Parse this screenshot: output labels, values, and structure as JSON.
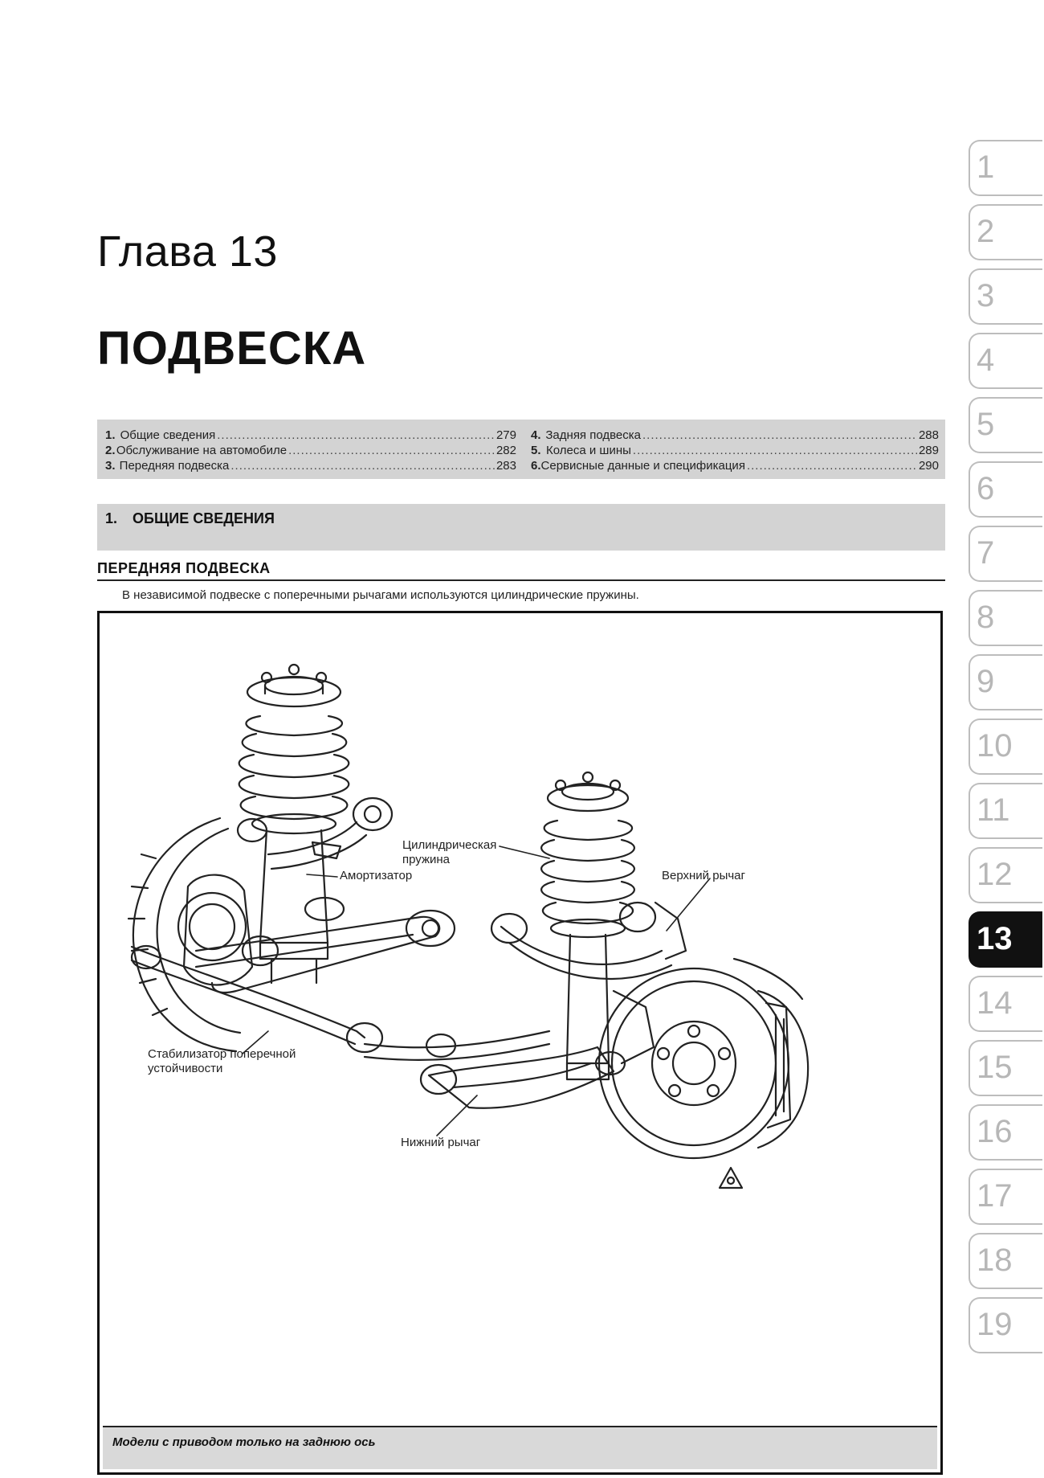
{
  "chapter": {
    "label": "Глава 13",
    "title": "ПОДВЕСКА"
  },
  "toc": {
    "left": [
      {
        "num": "1.",
        "text": "Общие сведения",
        "page": "279"
      },
      {
        "num": "2.",
        "text": "Обслуживание на автомобиле",
        "page": "282"
      },
      {
        "num": "3.",
        "text": "Передняя подвеска",
        "page": "283"
      }
    ],
    "right": [
      {
        "num": "4.",
        "text": "Задняя подвеска",
        "page": "288"
      },
      {
        "num": "5.",
        "text": "Колеса и шины",
        "page": "289"
      },
      {
        "num": "6.",
        "text": "Сервисные данные и спецификация",
        "page": "290"
      }
    ]
  },
  "section": {
    "num": "1.",
    "title": "ОБЩИЕ СВЕДЕНИЯ"
  },
  "subsection": {
    "title": "ПЕРЕДНЯЯ ПОДВЕСКА"
  },
  "body_text": "В независимой подвеске с поперечными рычагами используются цилиндрические пружины.",
  "figure": {
    "labels": {
      "spring": "Цилиндрическая пружина",
      "spring_line1": "Цилиндрическая",
      "spring_line2": "пружина",
      "shock": "Амортизатор",
      "upper_arm": "Верхний рычаг",
      "stabilizer_line1": "Стабилизатор поперечной",
      "stabilizer_line2": "устойчивости",
      "lower_arm": "Нижний рычаг"
    },
    "caption": "Модели с приводом только на заднюю ось"
  },
  "tabs": [
    "1",
    "2",
    "3",
    "4",
    "5",
    "6",
    "7",
    "8",
    "9",
    "10",
    "11",
    "12",
    "13",
    "14",
    "15",
    "16",
    "17",
    "18",
    "19"
  ],
  "active_tab": "13"
}
